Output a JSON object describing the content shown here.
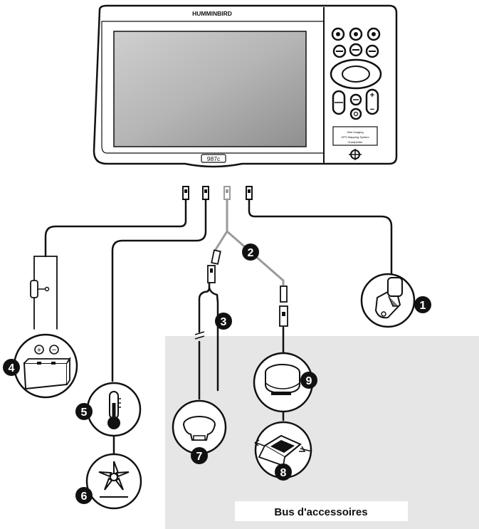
{
  "device": {
    "brand": "HUMMINBIRD",
    "model": "987c",
    "panel_text": [
      "Side Imaging",
      "GPS Mapping System",
      "Chartplotter"
    ]
  },
  "callouts": [
    "1",
    "2",
    "3",
    "4",
    "5",
    "6",
    "7",
    "8",
    "9"
  ],
  "accessory_bus": {
    "label": "Bus d'accessoires"
  },
  "colors": {
    "line": "#111111",
    "cable_grey": "#9a9a9a",
    "bus_area": "#e6e6e6",
    "screen": "#b5b5b5",
    "callout_fill": "#111111",
    "callout_text": "#ffffff"
  },
  "icons": {
    "transducer": "transducer-icon",
    "power": "battery-icon",
    "fuse": "fuse-icon",
    "temperature": "thermometer-icon",
    "speed": "paddlewheel-icon",
    "gps": "gps-receiver-icon",
    "gps_compass": "gps-heading-sensor-icon",
    "transducer_accessory": "accessory-transducer-icon"
  }
}
